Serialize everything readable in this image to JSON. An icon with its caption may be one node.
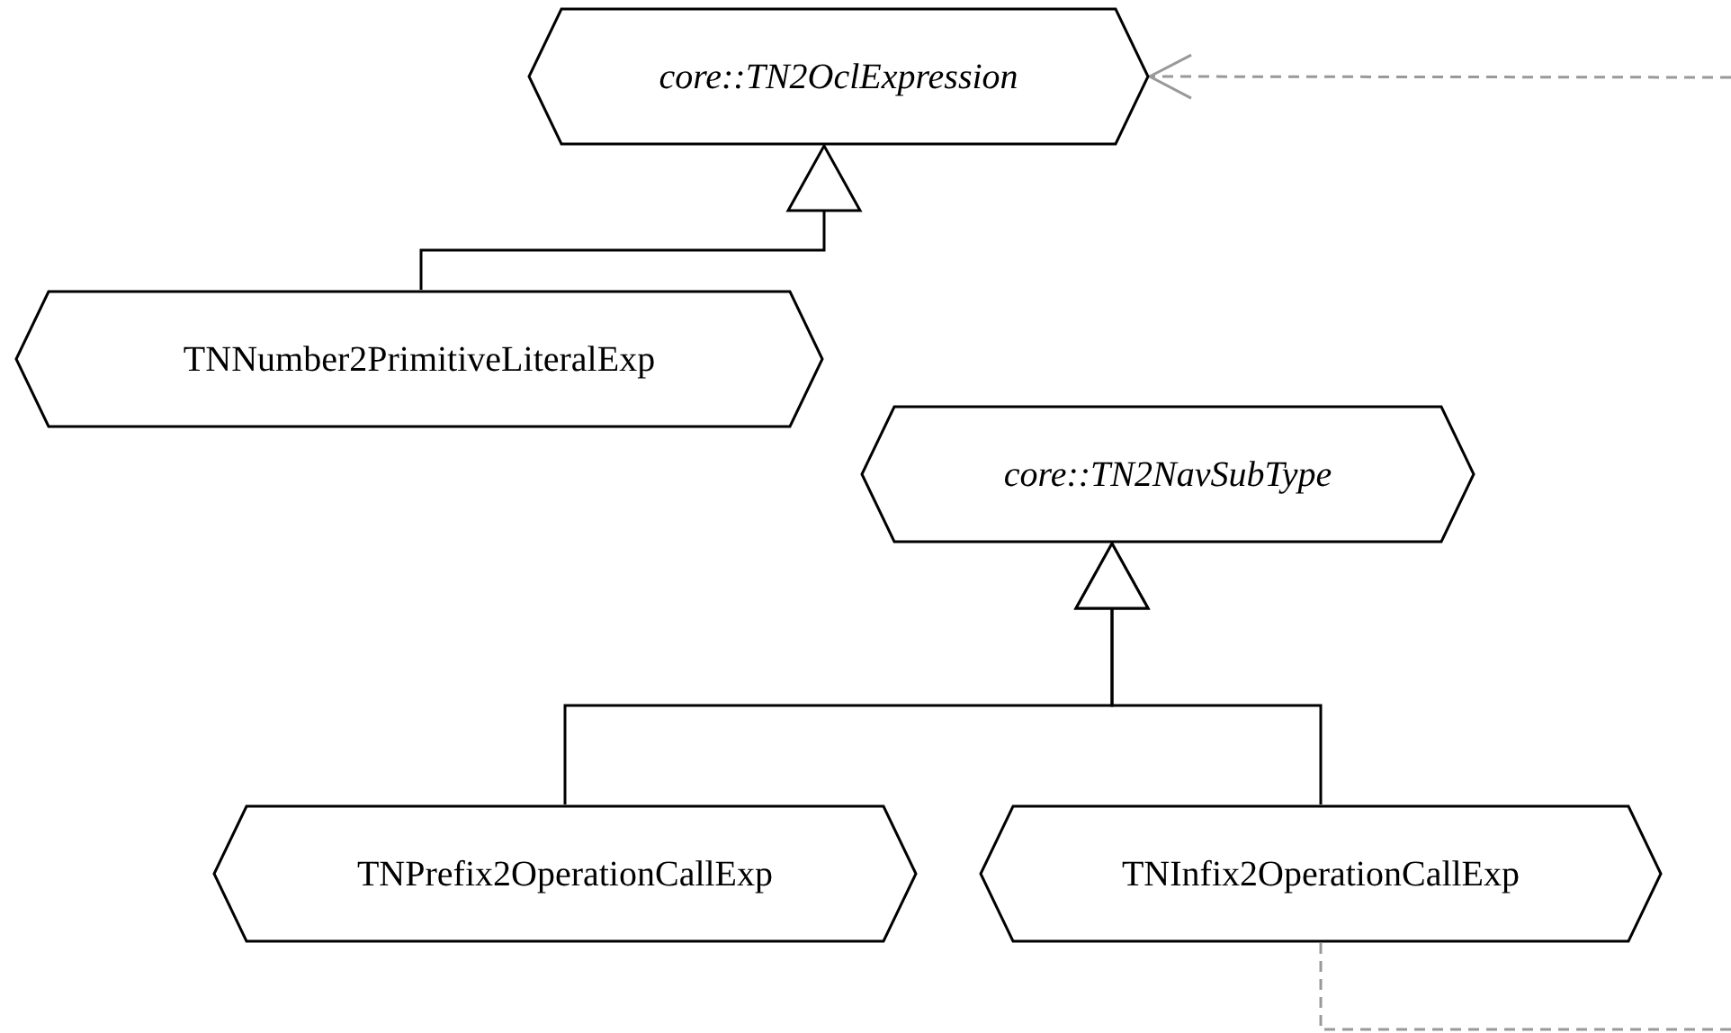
{
  "diagram": {
    "nodes": [
      {
        "text": [
          "core::TN2OclExpression"
        ]
      },
      {
        "text": [
          "TNNumber2PrimitiveLiteralExp"
        ]
      },
      {
        "text": [
          "core::TN2NavSubType"
        ]
      },
      {
        "text": [
          "TNPrefix2OperationCallExp"
        ]
      },
      {
        "text": [
          "TNInfix2OperationCallExp"
        ]
      }
    ],
    "edges": [
      {
        "from": 1,
        "to": 0,
        "arrow": "to"
      },
      {
        "from": 3,
        "to": 2,
        "arrow": "to"
      },
      {
        "from": 4,
        "to": 2,
        "arrow": "to"
      },
      {
        "from": null,
        "to": 0,
        "arrow": "to",
        "style": "dashed",
        "color": "#999999"
      },
      {
        "from": 4,
        "to": null,
        "arrow": "none",
        "style": "dashed",
        "color": "#999999"
      }
    ]
  }
}
